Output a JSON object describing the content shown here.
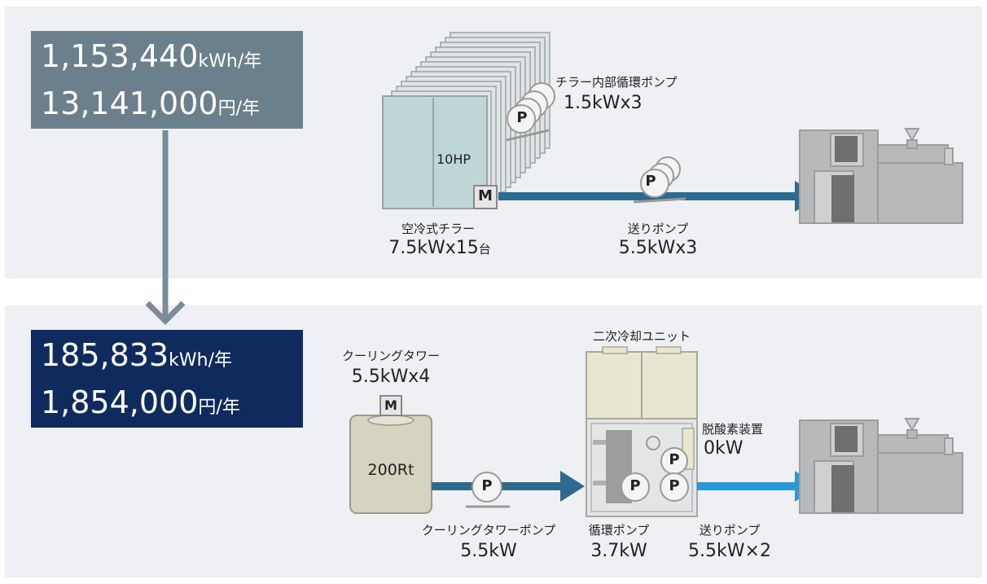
{
  "before": {
    "energy_value": "1,153,440",
    "energy_unit": "kWh/年",
    "cost_value": "13,141,000",
    "cost_unit": "円/年",
    "chiller_capacity": "10HP",
    "motor_mark": "M",
    "pump_mark": "P",
    "chiller_name": "空冷式チラー",
    "chiller_power": "7.5kWx15",
    "chiller_power_suffix": "台",
    "internal_pump_name": "チラー内部循環ポンプ",
    "internal_pump_power": "1.5kWx3",
    "feed_pump_name": "送りポンプ",
    "feed_pump_power": "5.5kWx3"
  },
  "after": {
    "energy_value": "185,833",
    "energy_unit": "kWh/年",
    "cost_value": "1,854,000",
    "cost_unit": "円/年",
    "tower_name": "クーリングタワー",
    "tower_power": "5.5kWx4",
    "tower_capacity": "200Rt",
    "motor_mark": "M",
    "pump_mark": "P",
    "tower_pump_name": "クーリングタワーポンプ",
    "tower_pump_power": "5.5kW",
    "unit_name": "二次冷却ユニット",
    "circ_pump_name": "循環ポンプ",
    "circ_pump_power": "3.7kW",
    "deoxidizer_name": "脱酸素装置",
    "deoxidizer_power": "0kW",
    "feed_pump_name": "送りポンプ",
    "feed_pump_power": "5.5kW×2"
  },
  "colors": {
    "before_box": "#6c7f8c",
    "after_box": "#0f2b5e",
    "pipe_dark": "#2d6a8e",
    "pipe_light": "#2a9ad6",
    "panel": "#eef0f3",
    "machine": "#b8b9bb",
    "chiller_fill": "#bfd6d6",
    "tower_fill": "#d6d3c0",
    "unit_fill": "#e8e6cf"
  }
}
